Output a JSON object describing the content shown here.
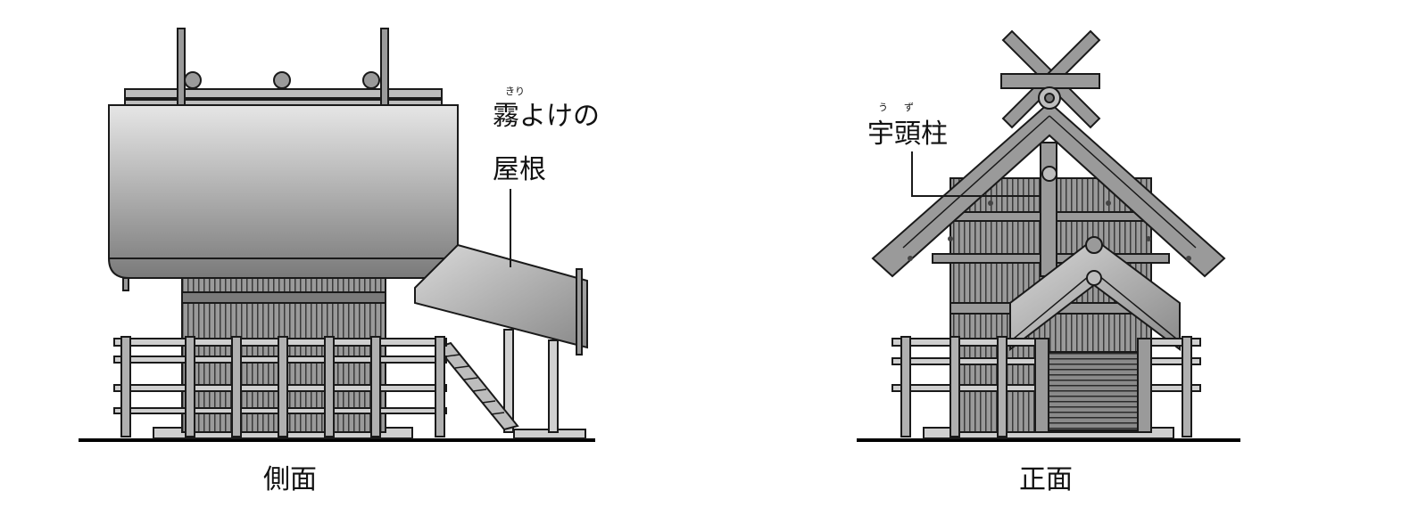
{
  "side_view": {
    "caption": "側面",
    "roof_label_line1": "霧よけの",
    "roof_label_line2": "屋根",
    "roof_label_ruby": "きり"
  },
  "front_view": {
    "caption": "正面",
    "pillar_label": "宇頭柱",
    "pillar_label_ruby": "うず"
  },
  "colors": {
    "outline": "#1a1a1a",
    "wall": "#8c8c8c",
    "roof_top": "#d8d8d8",
    "roof_bottom": "#7a7a7a",
    "ground": "#000000"
  }
}
